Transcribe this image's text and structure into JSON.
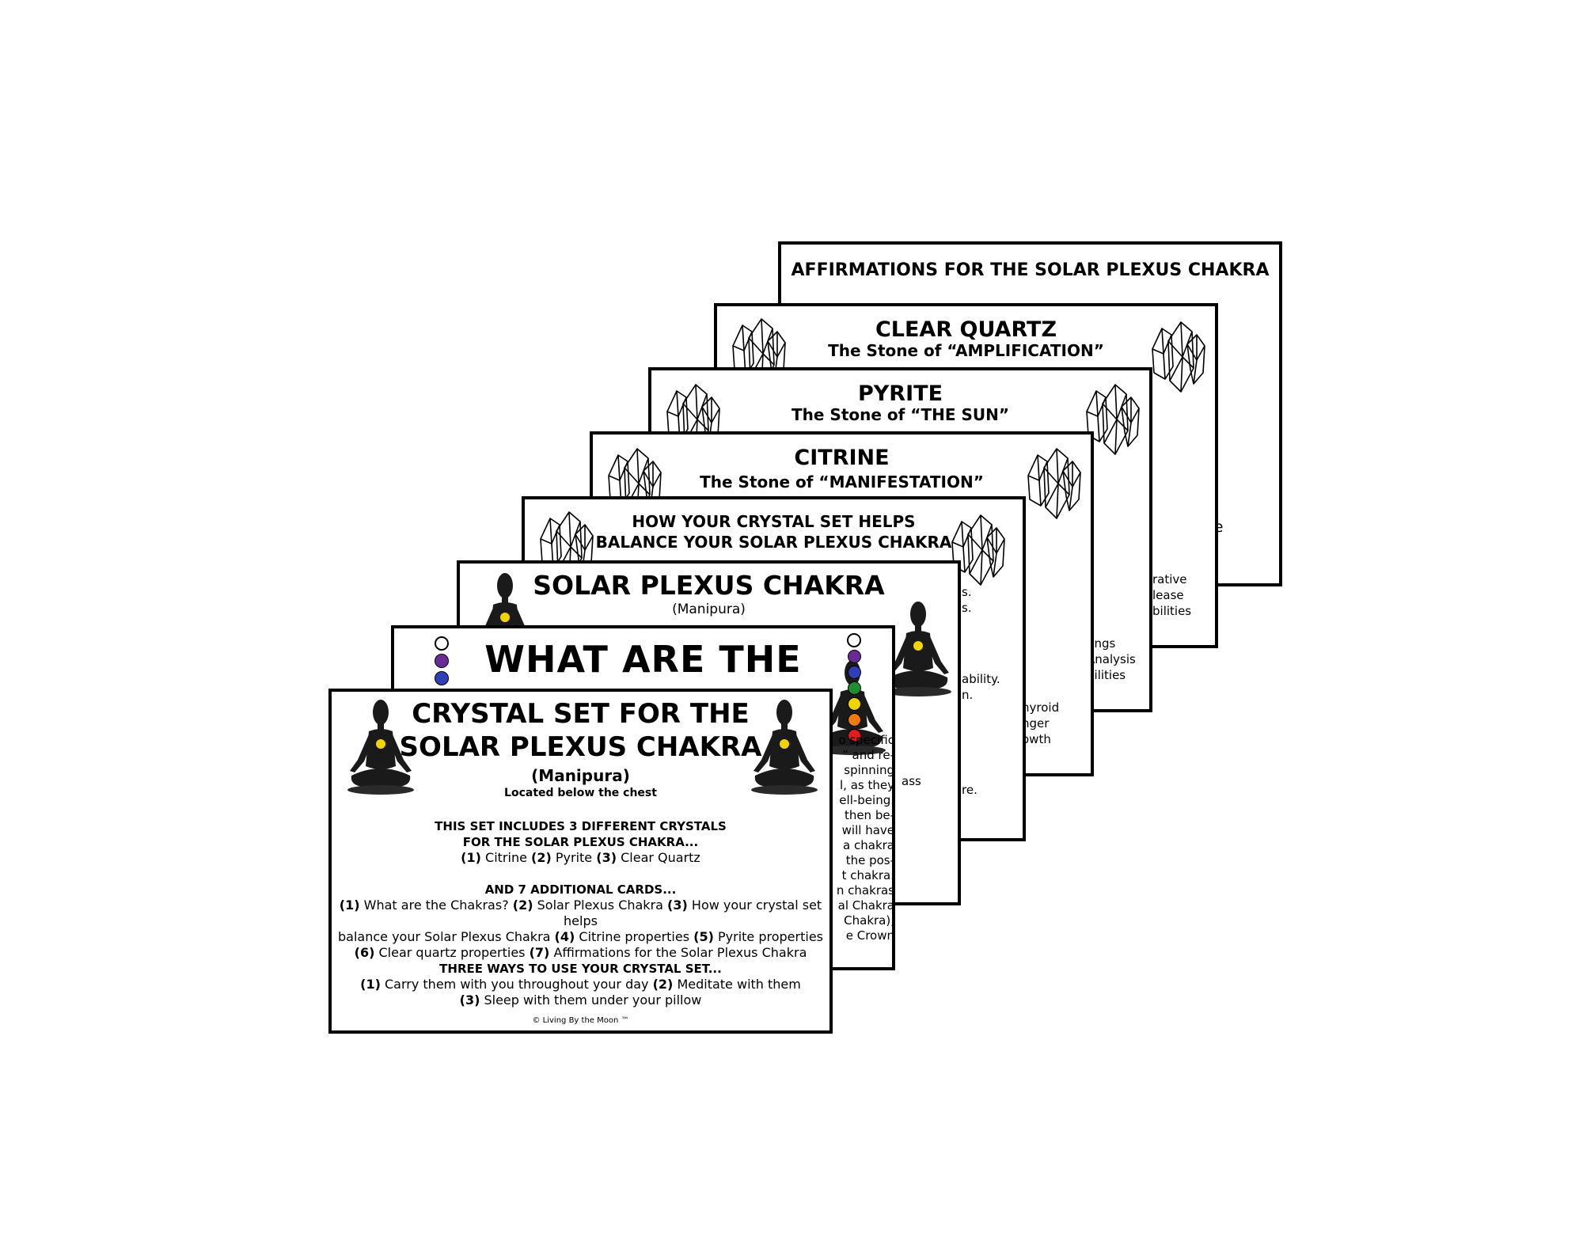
{
  "cards": {
    "affirmations": {
      "title": "AFFIRMATIONS FOR THE SOLAR PLEXUS CHAKRA",
      "frag1": "fe"
    },
    "quartz": {
      "title": "CLEAR QUARTZ",
      "subtitle": "The Stone of “AMPLIFICATION”",
      "frags": [
        "rative",
        "lease",
        "bilities"
      ]
    },
    "pyrite": {
      "title": "PYRITE",
      "subtitle": "The Stone of “THE SUN”",
      "frags": [
        "ungs",
        "Analysis",
        "bilities"
      ]
    },
    "citrine": {
      "title": "CITRINE",
      "subtitle": "The Stone of “MANIFESTATION”",
      "frags": [
        "hyroid",
        "nger",
        "owth"
      ]
    },
    "howhelps": {
      "title_line1": "HOW YOUR CRYSTAL SET HELPS",
      "title_line2": "BALANCE YOUR SOLAR PLEXUS CHAKRA",
      "frags": [
        "s.",
        "s.",
        "ability.",
        "n.",
        "re."
      ]
    },
    "solar": {
      "title": "SOLAR PLEXUS CHAKRA",
      "subtitle": "(Manipura)",
      "frags": [
        "ass"
      ]
    },
    "whatare": {
      "title": "WHAT ARE THE",
      "frags": [
        "o specific",
        "” and re-",
        "spinning",
        "l, as they",
        "ell-being.",
        "then be-",
        "will have",
        "a chakra",
        "the pos-",
        "t chakra.",
        "n chakras",
        "al Chakra",
        "Chakra),",
        "e Crown"
      ]
    },
    "front": {
      "title_line1": "CRYSTAL SET FOR THE",
      "title_line2": "SOLAR PLEXUS CHAKRA",
      "manipura": "(Manipura)",
      "located": "Located below the chest",
      "includes_line1": "THIS SET INCLUDES 3 DIFFERENT CRYSTALS",
      "includes_line2": "FOR THE SOLAR PLEXUS CHAKRA...",
      "crystals": {
        "n1": "(1)",
        "c1": "Citrine",
        "n2": "(2)",
        "c2": "Pyrite",
        "n3": "(3)",
        "c3": "Clear Quartz"
      },
      "cards_heading": "AND 7 ADDITIONAL CARDS...",
      "cards_list": {
        "n1": "(1)",
        "t1": "What are the Chakras?",
        "n2": "(2)",
        "t2": "Solar Plexus Chakra",
        "n3": "(3)",
        "t3a": "How your crystal set helps",
        "t3b": "balance your Solar Plexus Chakra",
        "n4": "(4)",
        "t4": "Citrine properties",
        "n5": "(5)",
        "t5": "Pyrite properties",
        "n6": "(6)",
        "t6": "Clear quartz properties",
        "n7": "(7)",
        "t7": "Affirmations for the Solar Plexus Chakra"
      },
      "ways_heading": "THREE WAYS TO USE YOUR CRYSTAL SET...",
      "ways": {
        "n1": "(1)",
        "w1": "Carry them with you throughout your day",
        "n2": "(2)",
        "w2": "Meditate with them",
        "n3": "(3)",
        "w3": "Sleep with them under your pillow"
      },
      "copyright": "© Living By the Moon ™"
    }
  },
  "colors": {
    "chakra_crown": "#ffffff",
    "chakra_third_eye": "#6a2b97",
    "chakra_throat": "#2f3fb8",
    "chakra_heart": "#1f8f2e",
    "chakra_solar": "#f2d500",
    "chakra_sacral": "#f07a10",
    "chakra_root": "#e01d1d",
    "silhouette": "#1a1a1a"
  },
  "icons": [
    "crystal-cluster-icon",
    "meditating-figure-icon",
    "chakra-dot-icon"
  ]
}
